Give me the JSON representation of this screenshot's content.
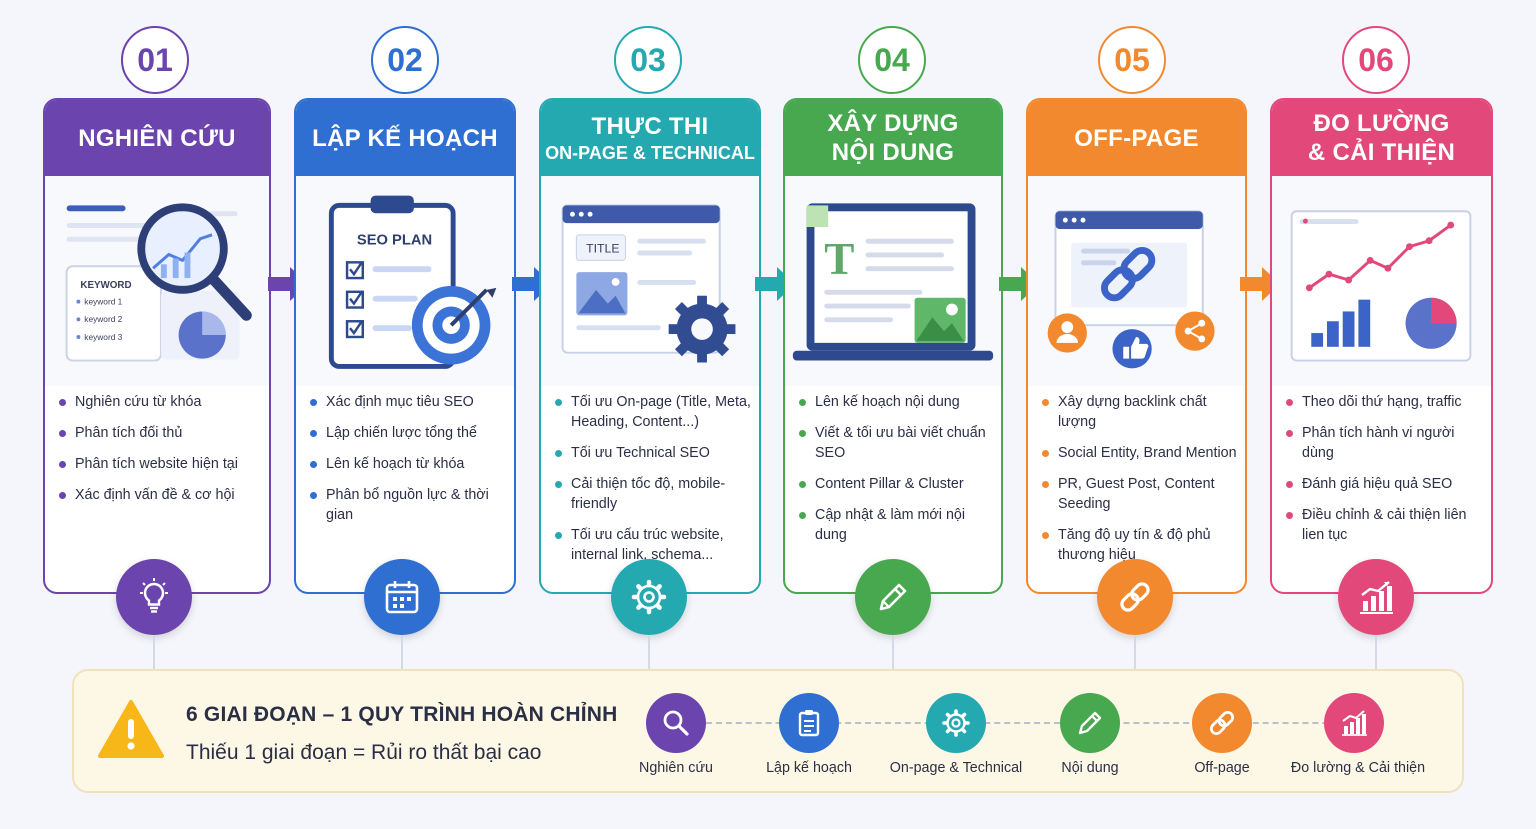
{
  "stages": [
    {
      "number": "01",
      "title_line1": "NGHIÊN CỨU",
      "title_line2": "",
      "color": "#6b44ad",
      "art_keyword_title": "KEYWORD",
      "art_keywords": [
        "keyword 1",
        "keyword 2",
        "keyword 3"
      ],
      "bullets": [
        "Nghiên cứu từ khóa",
        "Phân tích đối thủ",
        "Phân tích website hiện tại",
        "Xác định vấn đề & cơ hội"
      ],
      "badge_icon": "lightbulb-icon"
    },
    {
      "number": "02",
      "title_line1": "LẬP KẾ HOẠCH",
      "title_line2": "",
      "color": "#2f6fd1",
      "art_label": "SEO PLAN",
      "bullets": [
        "Xác định mục tiêu SEO",
        "Lập chiến lược tổng thể",
        "Lên kế hoạch từ khóa",
        "Phân bổ nguồn lực & thời gian"
      ],
      "badge_icon": "calendar-icon"
    },
    {
      "number": "03",
      "title_line1": "THỰC THI",
      "title_line2": "ON-PAGE & TECHNICAL",
      "color": "#25a9b1",
      "art_label": "TITLE",
      "bullets": [
        "Tối ưu On-page (Title, Meta, Heading, Content...)",
        "Tối ưu Technical SEO",
        "Cải thiện tốc độ, mobile-friendly",
        "Tối ưu cấu trúc website, internal link, schema..."
      ],
      "badge_icon": "gear-icon"
    },
    {
      "number": "04",
      "title_line1": "XÂY DỰNG",
      "title_line2": "NỘI DUNG",
      "color": "#47a84f",
      "art_label": "T",
      "bullets": [
        "Lên kế hoạch nội dung",
        "Viết & tối ưu bài viết chuẩn SEO",
        "Content Pillar & Cluster",
        "Cập nhật & làm mới nội dung"
      ],
      "badge_icon": "pencil-icon"
    },
    {
      "number": "05",
      "title_line1": "OFF-PAGE",
      "title_line2": "",
      "color": "#f2892e",
      "bullets": [
        "Xây dựng backlink chất lượng",
        "Social Entity, Brand Mention",
        "PR, Guest Post, Content Seeding",
        "Tăng độ uy tín & độ phủ thương hiệu"
      ],
      "badge_icon": "link-icon"
    },
    {
      "number": "06",
      "title_line1": "ĐO LƯỜNG",
      "title_line2": "& CẢI THIỆN",
      "color": "#e2497a",
      "bullets": [
        "Theo dõi thứ hạng, traffic",
        "Phân tích hành vi người dùng",
        "Đánh giá hiệu quả SEO",
        "Điều chỉnh & cải thiện liên lien tục"
      ],
      "badge_icon": "growth-chart-icon"
    }
  ],
  "summary": {
    "title": "6 GIAI ĐOẠN – 1 QUY TRÌNH HOÀN CHỈNH",
    "subtitle": "Thiếu 1 giai đoạn = Rủi ro thất bại cao",
    "warning_icon": "warning-icon",
    "steps": [
      {
        "label": "Nghiên cứu",
        "icon": "search-icon",
        "color": "#6b44ad"
      },
      {
        "label": "Lập kế hoạch",
        "icon": "clipboard-icon",
        "color": "#2f6fd1"
      },
      {
        "label": "On-page & Technical",
        "icon": "gear-icon",
        "color": "#25a9b1"
      },
      {
        "label": "Nội dung",
        "icon": "pencil-icon",
        "color": "#47a84f"
      },
      {
        "label": "Off-page",
        "icon": "link-icon",
        "color": "#f2892e"
      },
      {
        "label": "Đo lường & Cải thiện",
        "icon": "growth-chart-icon",
        "color": "#e2497a"
      }
    ]
  }
}
